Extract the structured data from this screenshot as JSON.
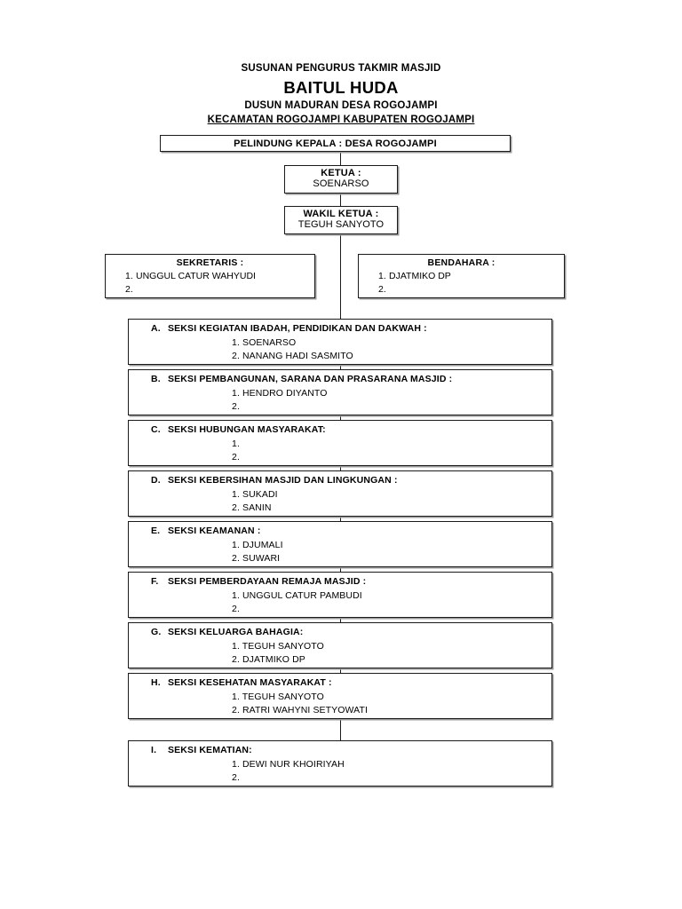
{
  "header": {
    "line1": "SUSUNAN PENGURUS TAKMIR MASJID",
    "line2": "BAITUL HUDA",
    "line3": "DUSUN MADURAN DESA ROGOJAMPI",
    "line4": "KECAMATAN ROGOJAMPI KABUPATEN ROGOJAMPI"
  },
  "chart": {
    "pelindung": {
      "title": "PELINDUNG KEPALA : DESA ROGOJAMPI"
    },
    "ketua": {
      "title": "KETUA :",
      "name": "SOENARSO"
    },
    "wakil_ketua": {
      "title": "WAKIL KETUA :",
      "name": "TEGUH SANYOTO"
    },
    "sekretaris": {
      "title": "SEKRETARIS :",
      "members": [
        {
          "num": "1.",
          "name": "UNGGUL CATUR WAHYUDI"
        },
        {
          "num": "2.",
          "name": ""
        }
      ]
    },
    "bendahara": {
      "title": "BENDAHARA :",
      "members": [
        {
          "num": "1.",
          "name": "DJATMIKO DP"
        },
        {
          "num": "2.",
          "name": ""
        }
      ]
    },
    "sections": [
      {
        "letter": "A.",
        "title": "SEKSI KEGIATAN IBADAH, PENDIDIKAN DAN DAKWAH :",
        "members": [
          "1. SOENARSO",
          "2. NANANG HADI SASMITO"
        ]
      },
      {
        "letter": "B.",
        "title": "SEKSI PEMBANGUNAN, SARANA DAN PRASARANA MASJID :",
        "members": [
          "1. HENDRO DIYANTO",
          "2."
        ]
      },
      {
        "letter": "C.",
        "title": "SEKSI HUBUNGAN MASYARAKAT:",
        "members": [
          "1.",
          "2."
        ]
      },
      {
        "letter": "D.",
        "title": "SEKSI KEBERSIHAN MASJID DAN LINGKUNGAN :",
        "members": [
          "1. SUKADI",
          "2. SANIN"
        ]
      },
      {
        "letter": "E.",
        "title": "SEKSI KEAMANAN :",
        "members": [
          "1. DJUMALI",
          "2. SUWARI"
        ]
      },
      {
        "letter": "F.",
        "title": "SEKSI PEMBERDAYAAN REMAJA MASJID :",
        "members": [
          "1. UNGGUL CATUR PAMBUDI",
          "2."
        ]
      },
      {
        "letter": "G.",
        "title": "SEKSI KELUARGA BAHAGIA:",
        "members": [
          "1. TEGUH SANYOTO",
          "2. DJATMIKO DP"
        ]
      },
      {
        "letter": "H.",
        "title": "SEKSI KESEHATAN MASYARAKAT :",
        "members": [
          "1. TEGUH SANYOTO",
          "2. RATRI WAHYNI SETYOWATI"
        ]
      },
      {
        "letter": "I.",
        "title": "SEKSI KEMATIAN:",
        "members": [
          "1. DEWI NUR KHOIRIYAH",
          "2."
        ]
      }
    ]
  },
  "colors": {
    "line": "#1a1a1a",
    "shadow": "#9a9a9a",
    "background": "#ffffff"
  }
}
